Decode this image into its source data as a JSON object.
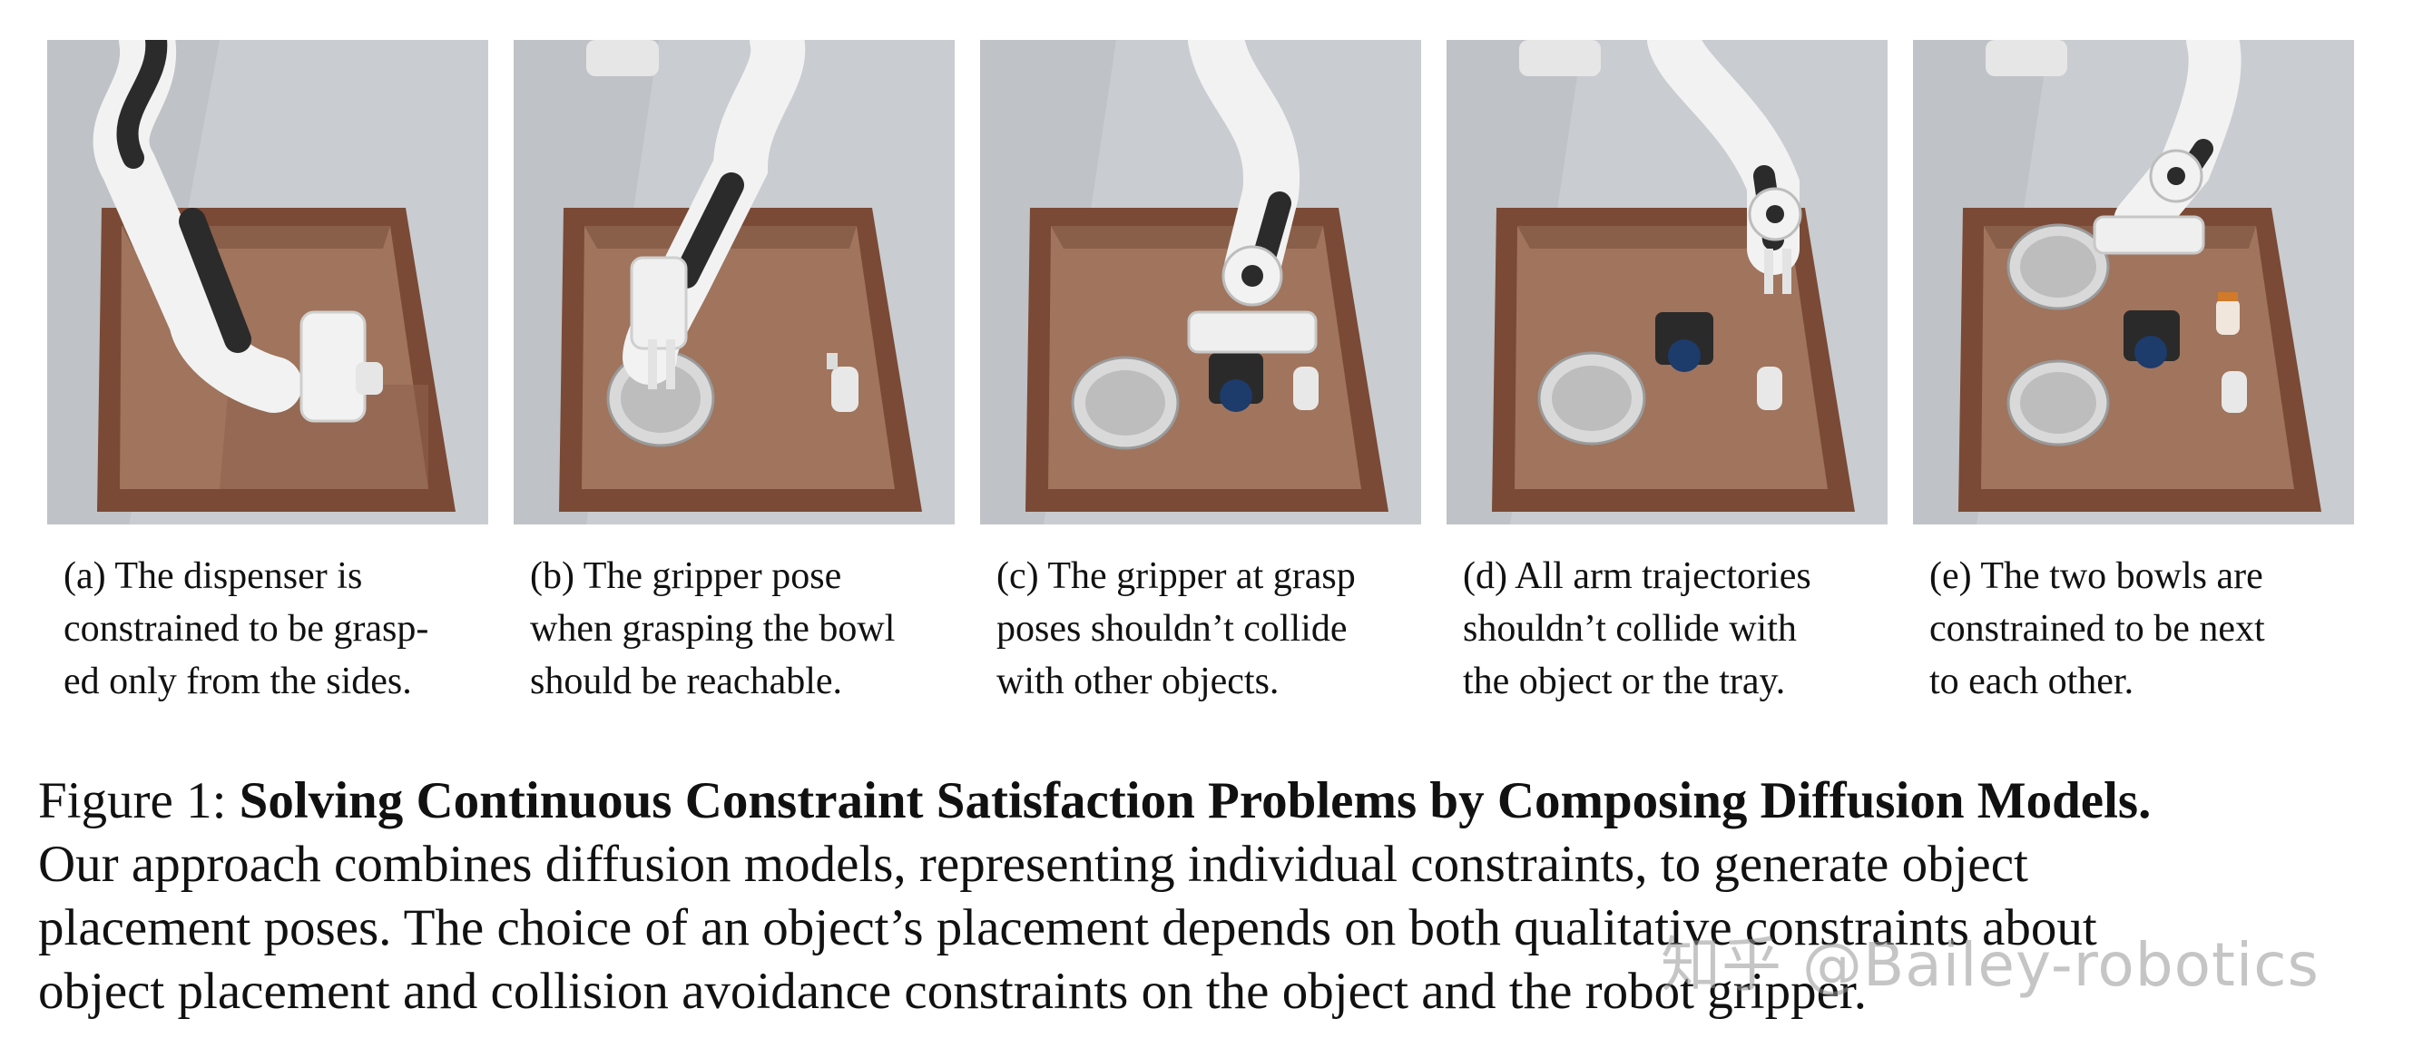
{
  "panels": [
    {
      "id": "a",
      "caption_lines": [
        "(a) The dispenser is",
        "constrained to be grasp-",
        "ed only from the sides."
      ]
    },
    {
      "id": "b",
      "caption_lines": [
        "(b) The gripper pose",
        "when grasping the bowl",
        "should be reachable."
      ]
    },
    {
      "id": "c",
      "caption_lines": [
        "(c) The gripper at grasp",
        "poses shouldn’t collide",
        "with other objects."
      ]
    },
    {
      "id": "d",
      "caption_lines": [
        "(d) All arm trajectories",
        "shouldn’t collide with",
        "the object or the tray."
      ]
    },
    {
      "id": "e",
      "caption_lines": [
        "(e) The two bowls are",
        "constrained to be next",
        "to each other."
      ]
    }
  ],
  "figure": {
    "label": "Figure 1:",
    "title": "Solving Continuous Constraint Satisfaction Problems by Composing Diffusion Models.",
    "body_lines": [
      "Our approach combines diffusion models, representing individual constraints, to generate object",
      "placement poses. The choice of an object’s placement depends on both qualitative constraints about",
      "object placement and collision avoidance constraints on the object and the robot gripper."
    ]
  },
  "watermark": "知乎 @Bailey-robotics",
  "colors": {
    "floor": "#c9ccd0",
    "tray_rim": "#7a4a36",
    "tray_inner": "#a0745d",
    "tray_shadow": "#8a5f4a",
    "robot_white": "#f2f2f2",
    "robot_dark": "#2b2b2b"
  }
}
